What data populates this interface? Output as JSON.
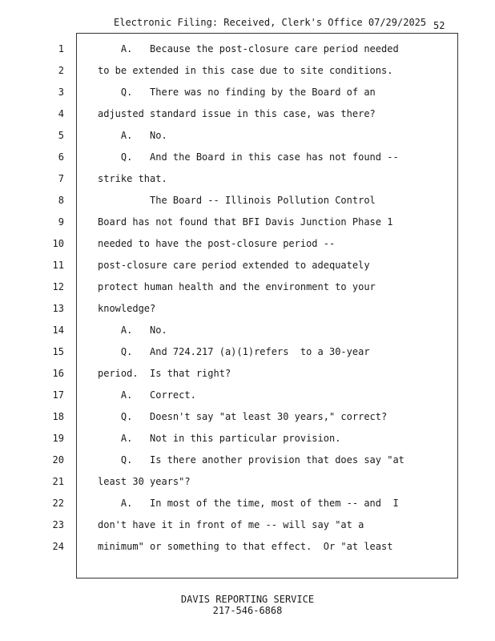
{
  "header": {
    "stamp": "Electronic Filing: Received, Clerk's Office 07/29/2025",
    "page_number": "52"
  },
  "line_numbers": [
    "1",
    "2",
    "3",
    "4",
    "5",
    "6",
    "7",
    "8",
    "9",
    "10",
    "11",
    "12",
    "13",
    "14",
    "15",
    "16",
    "17",
    "18",
    "19",
    "20",
    "21",
    "22",
    "23",
    "24"
  ],
  "lines": [
    "    A.   Because the post-closure care period needed",
    "to be extended in this case due to site conditions.",
    "    Q.   There was no finding by the Board of an",
    "adjusted standard issue in this case, was there?",
    "    A.   No.",
    "    Q.   And the Board in this case has not found --",
    "strike that.",
    "         The Board -- Illinois Pollution Control",
    "Board has not found that BFI Davis Junction Phase 1",
    "needed to have the post-closure period --",
    "post-closure care period extended to adequately",
    "protect human health and the environment to your",
    "knowledge?",
    "    A.   No.",
    "    Q.   And 724.217 (a)(1)refers  to a 30-year",
    "period.  Is that right?",
    "    A.   Correct.",
    "    Q.   Doesn't say \"at least 30 years,\" correct?",
    "    A.   Not in this particular provision.",
    "    Q.   Is there another provision that does say \"at",
    "least 30 years\"?",
    "    A.   In most of the time, most of them -- and  I",
    "don't have it in front of me -- will say \"at a",
    "minimum\" or something to that effect.  Or \"at least"
  ],
  "footer": {
    "company": "DAVIS REPORTING SERVICE",
    "phone": "217-546-6868"
  }
}
